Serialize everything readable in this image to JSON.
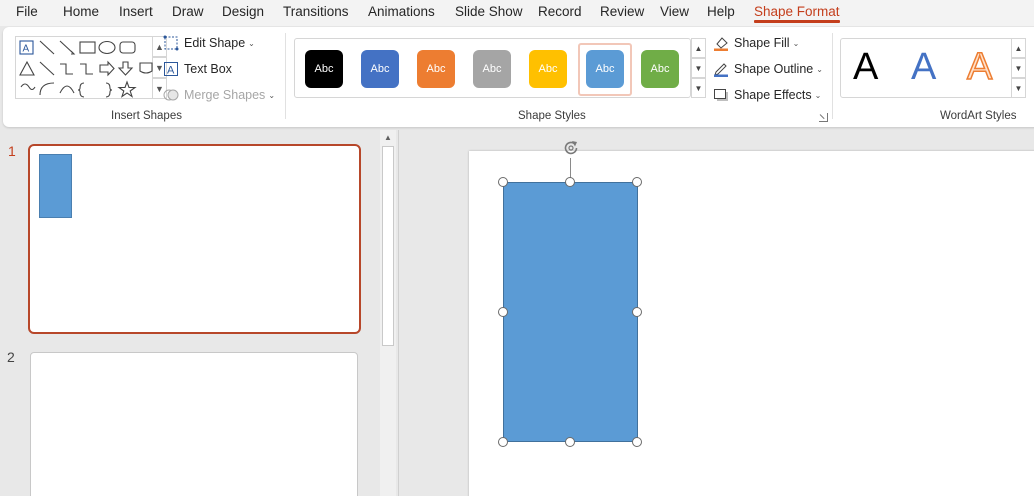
{
  "menu": {
    "tabs": [
      "File",
      "Home",
      "Insert",
      "Draw",
      "Design",
      "Transitions",
      "Animations",
      "Slide Show",
      "Record",
      "Review",
      "View",
      "Help",
      "Shape Format"
    ],
    "active_tab": "Shape Format"
  },
  "ribbon": {
    "insert_shapes": {
      "label": "Insert Shapes",
      "edit_shape": "Edit Shape",
      "text_box": "Text Box",
      "merge_shapes": "Merge Shapes"
    },
    "shape_styles": {
      "label": "Shape Styles",
      "swatch_text": "Abc",
      "swatches": [
        {
          "color": "#000000",
          "text_color": "#ffffff"
        },
        {
          "color": "#4472c4",
          "text_color": "#ffffff"
        },
        {
          "color": "#ed7d31",
          "text_color": "#ffffff"
        },
        {
          "color": "#a5a5a5",
          "text_color": "#ffffff"
        },
        {
          "color": "#ffc000",
          "text_color": "#ffffff"
        },
        {
          "color": "#5b9bd5",
          "text_color": "#ffffff"
        },
        {
          "color": "#70ad47",
          "text_color": "#ffffff"
        }
      ],
      "selected_index": 5,
      "shape_fill": "Shape Fill",
      "shape_outline": "Shape Outline",
      "shape_effects": "Shape Effects"
    },
    "wordart_styles": {
      "label": "WordArt Styles",
      "glyph": "A",
      "colors": [
        "#000000",
        "#4472c4",
        "#ed7d31"
      ]
    }
  },
  "slides": [
    {
      "number": "1",
      "active": true,
      "has_shape": true
    },
    {
      "number": "2",
      "active": false,
      "has_shape": false
    }
  ],
  "canvas": {
    "shape_color": "#5b9bd5",
    "shape_outline_color": "#41719c"
  }
}
